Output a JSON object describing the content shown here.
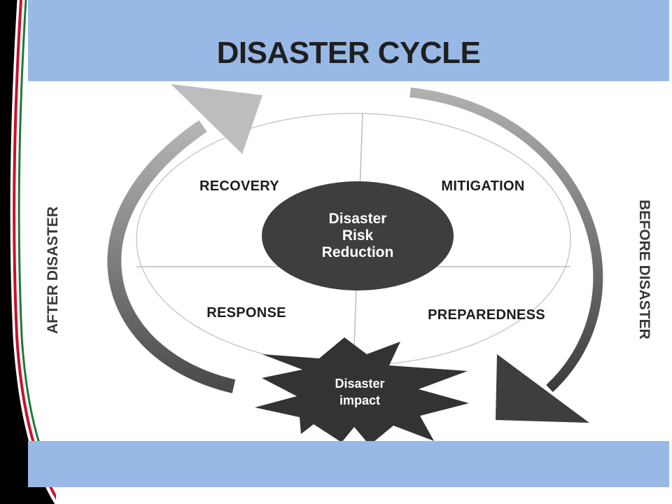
{
  "slide": {
    "title": "DISASTER CYCLE",
    "colors": {
      "band": "#98b9e6",
      "center_circle": "#3e3e3e",
      "impact_burst": "#333333",
      "border_red": "#c8102e",
      "border_green": "#1e7a34",
      "border_black": "#000000"
    }
  },
  "diagram": {
    "quadrants": {
      "top_left": "RECOVERY",
      "top_right": "MITIGATION",
      "bottom_left": "RESPONSE",
      "bottom_right": "PREPAREDNESS"
    },
    "center": {
      "line1": "Disaster",
      "line2": "Risk",
      "line3": "Reduction"
    },
    "impact": {
      "line1": "Disaster",
      "line2": "impact"
    },
    "left_side_label": "AFTER DISASTER",
    "right_side_label": "BEFORE DISASTER",
    "icons": [
      "curved-arrow-after-disaster",
      "curved-arrow-before-disaster",
      "burst-shape"
    ]
  }
}
